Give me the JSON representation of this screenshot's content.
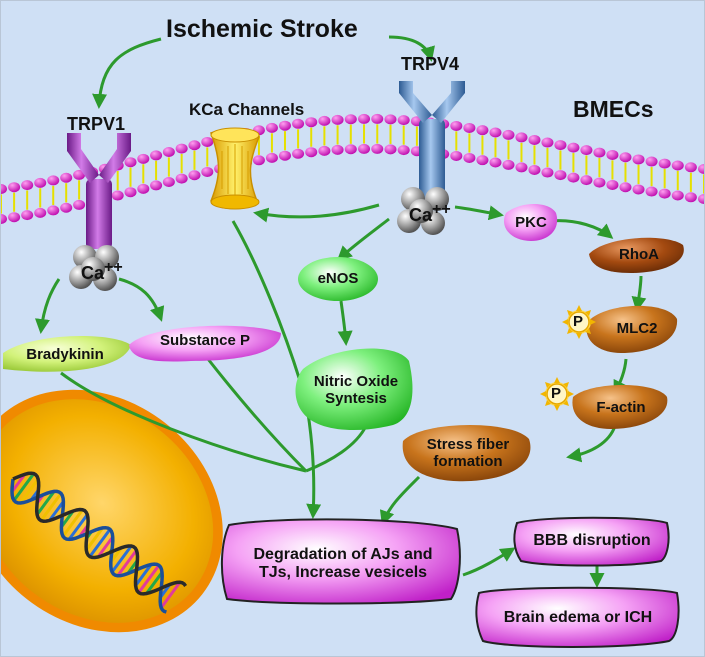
{
  "title": "Ischemic Stroke",
  "cell_label": "BMECs",
  "channels": {
    "trpv1": "TRPV1",
    "trpv4": "TRPV4",
    "kca": "KCa Channels"
  },
  "calcium": {
    "symbol": "Ca",
    "charge": "++"
  },
  "phospho_symbol": "P",
  "nodes": {
    "bradykinin": "Bradykinin",
    "substance_p": "Substance P",
    "enos": "eNOS",
    "nitric_oxide_line1": "Nitric Oxide",
    "nitric_oxide_line2": "Syntesis",
    "pkc": "PKC",
    "rhoa": "RhoA",
    "mlc2": "MLC2",
    "factin": "F-actin",
    "stress_line1": "Stress fiber",
    "stress_line2": "formation",
    "degradation_line1": "Degradation of AJs and",
    "degradation_line2": "TJs, Increase vesicels",
    "bbb": "BBB disruption",
    "edema": "Brain edema or ICH"
  },
  "colors": {
    "background": "#cfe0f5",
    "arrow": "#2d9a2d",
    "membrane_head": "#d81fc4",
    "membrane_tail": "#e6e000",
    "trpv1": "#9b2fb3",
    "trpv4": "#4f86c2",
    "kca": "#f2c000",
    "nucleus": "#f2a900",
    "magenta_node": "#f07ef0",
    "green_node": "#44dd44",
    "brown_node": "#b85a10"
  }
}
